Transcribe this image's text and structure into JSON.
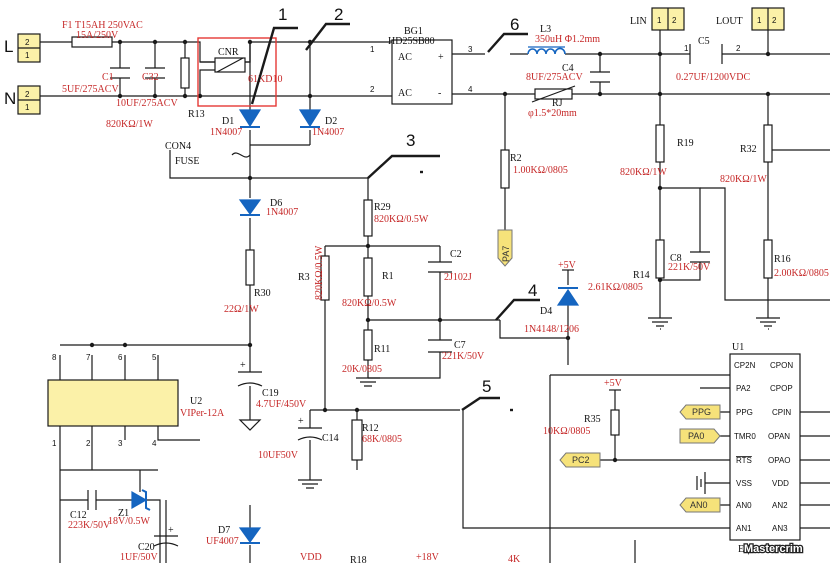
{
  "labels": {
    "f1": "F1  T15AH 250VAC",
    "f1_rating": "15A/250V",
    "bg1": "BG1",
    "bg1_part": "HD25SB80",
    "bg1_ac1": "AC",
    "bg1_ac2": "AC",
    "bg1_plus": "+",
    "bg1_minus": "-",
    "l3": "L3",
    "l3_val": "350uH Φ1.2mm",
    "c4": "C4",
    "c4_val": "8UF/275ACV",
    "rj": "RJ",
    "rj_val": "φ1.5*20mm",
    "lin": "LIN",
    "lout": "LOUT",
    "c5": "C5",
    "c5_val": "0.27UF/1200VDC",
    "c1": "C1",
    "c32": "C32",
    "c1_val": "5UF/275ACV",
    "c32_val": "10UF/275ACV",
    "r13": "R13",
    "r13_val": "820KΩ/1W",
    "cnr": "CNR",
    "cnr_val": "61KD10",
    "d1": "D1",
    "d1_val": "1N4007",
    "d2": "D2",
    "d2_val": "1N4007",
    "con4": "CON4",
    "fuse": "FUSE",
    "r2": "R2",
    "r2_val": "1.00KΩ/0805",
    "pa7": "PA7",
    "r19": "R19",
    "r19_val": "820KΩ/1W",
    "r32": "R32",
    "r32_val": "820KΩ/1W",
    "d6": "D6",
    "d6_val": "1N4007",
    "r29": "R29",
    "r29_val": "820KΩ/0.5W",
    "c2": "C2",
    "c2_val": "2J102J",
    "r3": "R3",
    "r3_val": "820KΩ/0.5W",
    "r1": "R1",
    "r1_val": "820KΩ/0.5W",
    "c8": "C8",
    "c8_val": "221K/50V",
    "r14": "R14",
    "r14_val": "2.61KΩ/0805",
    "r16": "R16",
    "r16_val": "2.00KΩ/0805",
    "r30": "R30",
    "r30_val": "22Ω/1W",
    "vcc5": "+5V",
    "d4": "D4",
    "d4_val": "1N4148/1206",
    "r11": "R11",
    "r11_val": "20K/0805",
    "c7": "C7",
    "c7_val": "221K/50V",
    "u1": "U1",
    "u2": "U2",
    "u2_part": "VIPer-12A",
    "c19": "C19",
    "c19_val": "4.7UF/450V",
    "r12": "R12",
    "r12_val": "68K/0805",
    "c14": "C14",
    "c14_val": "10UF50V",
    "r35": "R35",
    "r35_val": "10KΩ/0805",
    "vcc5b": "+5V",
    "c12": "C12",
    "c12_val": "223K/50V",
    "z1": "Z1",
    "z1_val": "18V/0.5W",
    "c20": "C20",
    "c20_val": "1UF/50V",
    "d7": "D7",
    "d7_val": "UF4007",
    "vdd": "VDD",
    "r18": "R18",
    "vcc18": "+18V",
    "r4k": "4K",
    "eg": "EG",
    "plus_sign": "+",
    "watermark": "Mastercrim"
  },
  "connectors": {
    "left_top": {
      "name": "L",
      "pins": [
        "2",
        "1"
      ]
    },
    "left_bottom": {
      "name": "N",
      "pins": [
        "2",
        "1"
      ]
    },
    "lin_pins": [
      "1",
      "2"
    ],
    "lout_pins": [
      "1",
      "2"
    ]
  },
  "pin_numbers": {
    "bg1": [
      "1",
      "2",
      "3",
      "4"
    ],
    "c5": [
      "1",
      "2"
    ],
    "u2_top": [
      "8",
      "7",
      "6",
      "5"
    ],
    "u2_bottom": [
      "1",
      "2",
      "3",
      "4"
    ]
  },
  "markers": [
    "1",
    "2",
    "3",
    "4",
    "5",
    "6"
  ],
  "ports": [
    "PPG",
    "PA0",
    "PC2",
    "AN0"
  ],
  "u1_left": [
    "CP2N",
    "PA2",
    "PPG",
    "TMR0",
    "RTS",
    "VSS",
    "AN0",
    "AN1"
  ],
  "u1_right": [
    "CPON",
    "CPOP",
    "CPIN",
    "OPAN",
    "OPAO",
    "VDD",
    "AN2",
    "AN3"
  ],
  "colors": {
    "wire": "#1a1a1a",
    "label": "#c62828",
    "diode": "#1565c0",
    "chip": "#fbf1a8",
    "port": "#f6e27a",
    "highlight": "#e53935"
  }
}
